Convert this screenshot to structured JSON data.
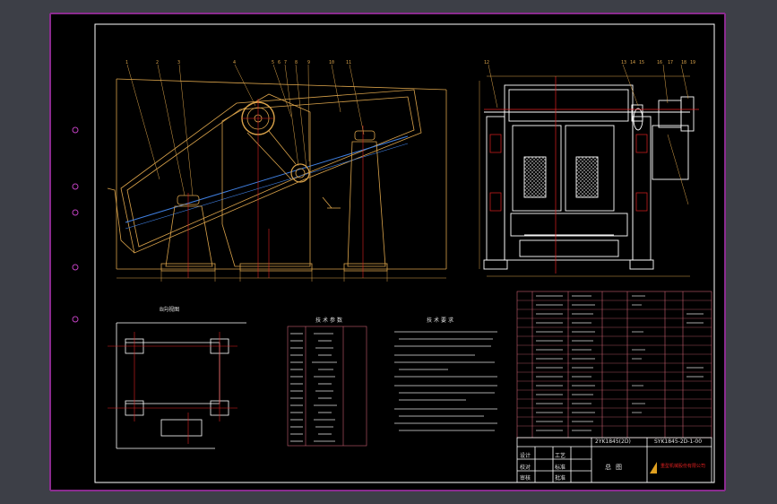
{
  "colors": {
    "background": "#3d3f47",
    "sheet": "#000000",
    "frame": "#ffffff",
    "border": "#8b2b8f",
    "drawing": "#d9a24a",
    "centerline": "#e02020",
    "highlight": "#3f7fe0",
    "text": "#e0e0e0",
    "table_line": "#c86070"
  },
  "balloon_numbers_front": [
    "1",
    "2",
    "3",
    "4",
    "5",
    "6",
    "7",
    "8",
    "9",
    "10",
    "11"
  ],
  "balloon_numbers_side": [
    "12",
    "13",
    "14",
    "15",
    "16",
    "17",
    "18",
    "19"
  ],
  "detail_view_title": "B向视图",
  "spec_table_title": "技术参数",
  "tech_req_title": "技术要求",
  "title_block": {
    "model": "2YK1845(2D)",
    "drawing_no": "SYK1845-2D-1-00",
    "drawing_name": "总图",
    "rows": [
      "设计",
      "校对",
      "审核",
      "工艺",
      "标准",
      "批准"
    ],
    "company": "重型机械股份有限公司"
  }
}
